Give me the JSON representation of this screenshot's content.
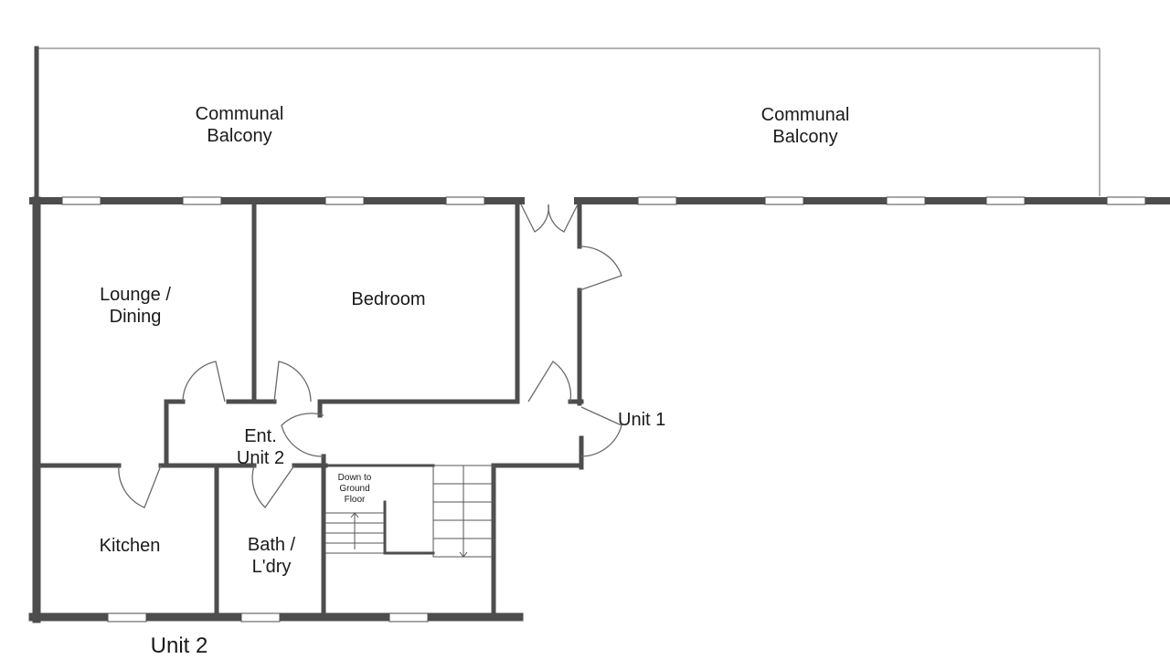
{
  "plan": {
    "wall_color": "#4d4d4d",
    "window_color": "#ffffff",
    "rooms": {
      "balcony_left": [
        "Communal",
        "Balcony"
      ],
      "balcony_right": [
        "Communal",
        "Balcony"
      ],
      "lounge": [
        "Lounge /",
        "Dining"
      ],
      "bedroom": "Bedroom",
      "entrance": [
        "Ent.",
        "Unit 2"
      ],
      "stairs": [
        "Down to",
        "Ground",
        "Floor"
      ],
      "kitchen": "Kitchen",
      "bath": [
        "Bath /",
        "L'dry"
      ]
    },
    "unit_labels": {
      "unit1": "Unit 1",
      "unit2": "Unit 2"
    }
  }
}
